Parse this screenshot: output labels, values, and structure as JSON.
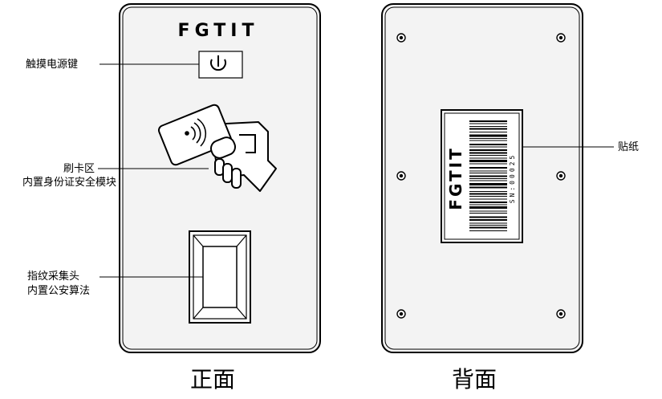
{
  "front": {
    "brand": "FGTIT",
    "caption": "正面",
    "callouts": {
      "power": "触摸电源键",
      "card_line1": "刷卡区",
      "card_line2": "内置身份证安全模块",
      "fp_line1": "指纹采集头",
      "fp_line2": "内置公安算法"
    }
  },
  "back": {
    "caption": "背面",
    "sticker_label": "贴纸",
    "sticker_brand": "FGTIT",
    "serial": "SN:00025"
  },
  "colors": {
    "line": "#000000",
    "panel": "#f3f3f3",
    "sticker": "#ffffff"
  }
}
